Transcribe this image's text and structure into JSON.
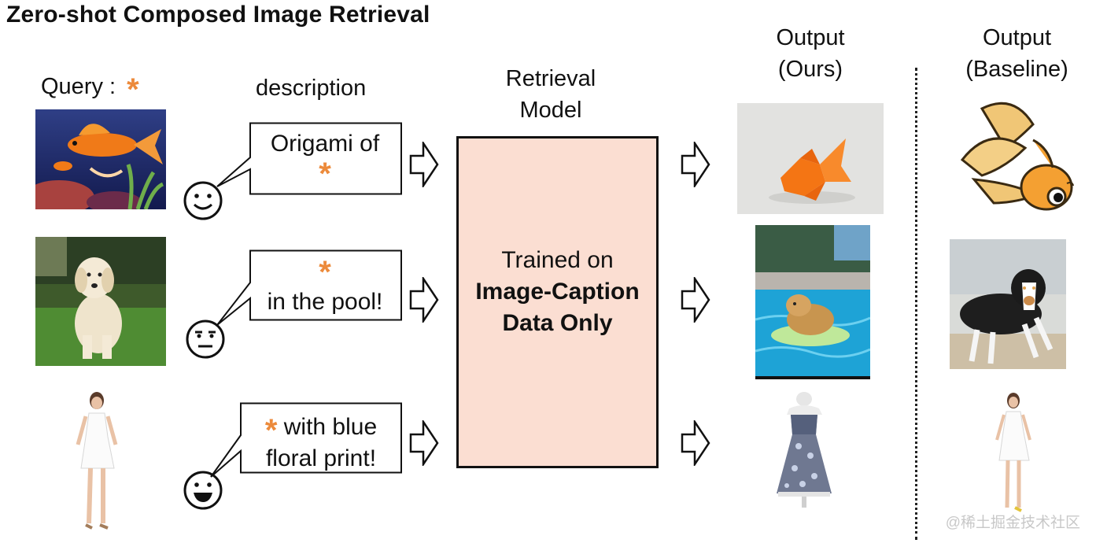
{
  "title": "Zero-shot Composed Image Retrieval",
  "query_label": "Query :",
  "star_symbol": "*",
  "description_label": "description",
  "retrieval_model_label_line1": "Retrieval",
  "retrieval_model_label_line2": "Model",
  "model_box": {
    "line1": "Trained on",
    "line2": "Image-Caption",
    "line3": "Data Only"
  },
  "output_ours_line1": "Output",
  "output_ours_line2": "(Ours)",
  "output_baseline_line1": "Output",
  "output_baseline_line2": "(Baseline)",
  "rows": [
    {
      "description_line1": "Origami of",
      "description_star": "*",
      "face": "smiling-face-icon"
    },
    {
      "description_star": "*",
      "description_line2": "in the pool!",
      "face": "neutral-face-icon"
    },
    {
      "description_star": "*",
      "description_line1_rest": " with blue",
      "description_line2": "floral print!",
      "face": "grinning-face-icon"
    }
  ],
  "watermark": "@稀土掘金技术社区",
  "colors": {
    "accent_star": "#ec8a3b",
    "model_box_fill": "#fbded2"
  }
}
